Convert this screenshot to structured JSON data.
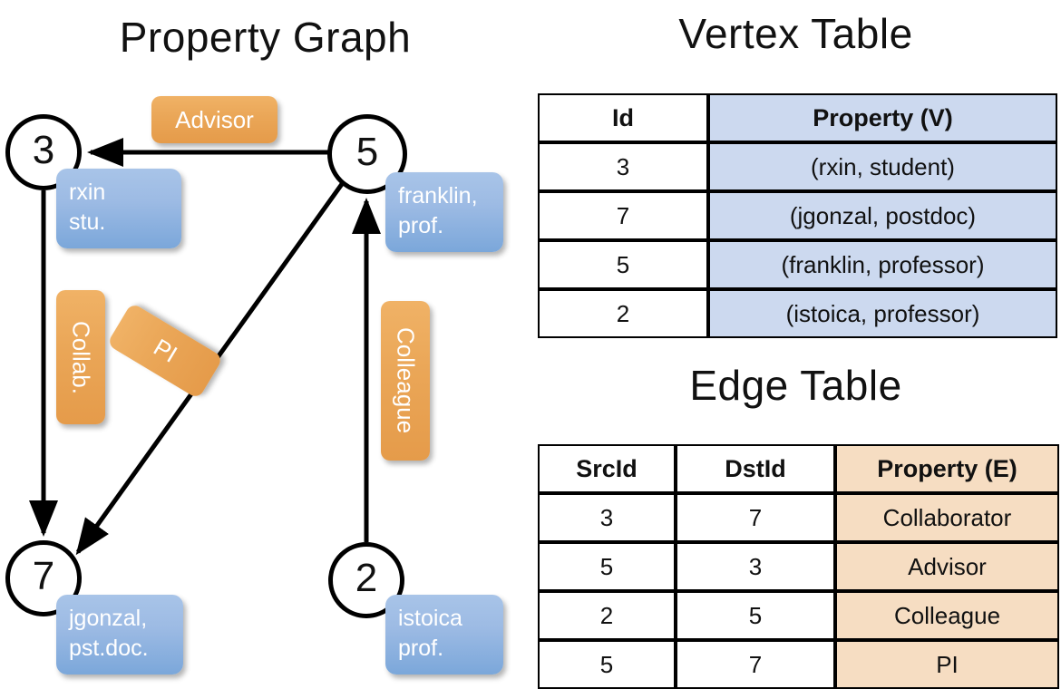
{
  "titles": {
    "property_graph": "Property Graph",
    "vertex_table": "Vertex Table",
    "edge_table": "Edge Table"
  },
  "colors": {
    "vertex_property_fill": "#ccd9ef",
    "edge_property_fill": "#f6ddc2",
    "vertex_box": "#7ba7da",
    "edge_box": "#eaa657",
    "stroke": "#000000"
  },
  "graph": {
    "nodes": [
      {
        "id": "3",
        "property_lines": [
          "rxin",
          "stu."
        ]
      },
      {
        "id": "5",
        "property_lines": [
          "franklin,",
          "prof."
        ]
      },
      {
        "id": "7",
        "property_lines": [
          "jgonzal,",
          "pst.doc."
        ]
      },
      {
        "id": "2",
        "property_lines": [
          "istoica",
          "prof."
        ]
      }
    ],
    "edge_labels": [
      {
        "name": "advisor",
        "text": "Advisor",
        "orientation": "horizontal"
      },
      {
        "name": "collaborator",
        "text": "Collab.",
        "orientation": "vertical"
      },
      {
        "name": "pi",
        "text": "PI",
        "orientation": "rotated"
      },
      {
        "name": "colleague",
        "text": "Colleague",
        "orientation": "vertical"
      }
    ],
    "edges": [
      {
        "src": "5",
        "dst": "3",
        "label": "Advisor"
      },
      {
        "src": "3",
        "dst": "7",
        "label": "Collab."
      },
      {
        "src": "5",
        "dst": "7",
        "label": "PI"
      },
      {
        "src": "2",
        "dst": "5",
        "label": "Colleague"
      }
    ]
  },
  "vertex_table": {
    "headers": [
      "Id",
      "Property (V)"
    ],
    "rows": [
      {
        "id": "3",
        "property": "(rxin, student)"
      },
      {
        "id": "7",
        "property": "(jgonzal, postdoc)"
      },
      {
        "id": "5",
        "property": "(franklin, professor)"
      },
      {
        "id": "2",
        "property": "(istoica, professor)"
      }
    ]
  },
  "edge_table": {
    "headers": [
      "SrcId",
      "DstId",
      "Property (E)"
    ],
    "rows": [
      {
        "src": "3",
        "dst": "7",
        "property": "Collaborator"
      },
      {
        "src": "5",
        "dst": "3",
        "property": "Advisor"
      },
      {
        "src": "2",
        "dst": "5",
        "property": "Colleague"
      },
      {
        "src": "5",
        "dst": "7",
        "property": "PI"
      }
    ]
  }
}
